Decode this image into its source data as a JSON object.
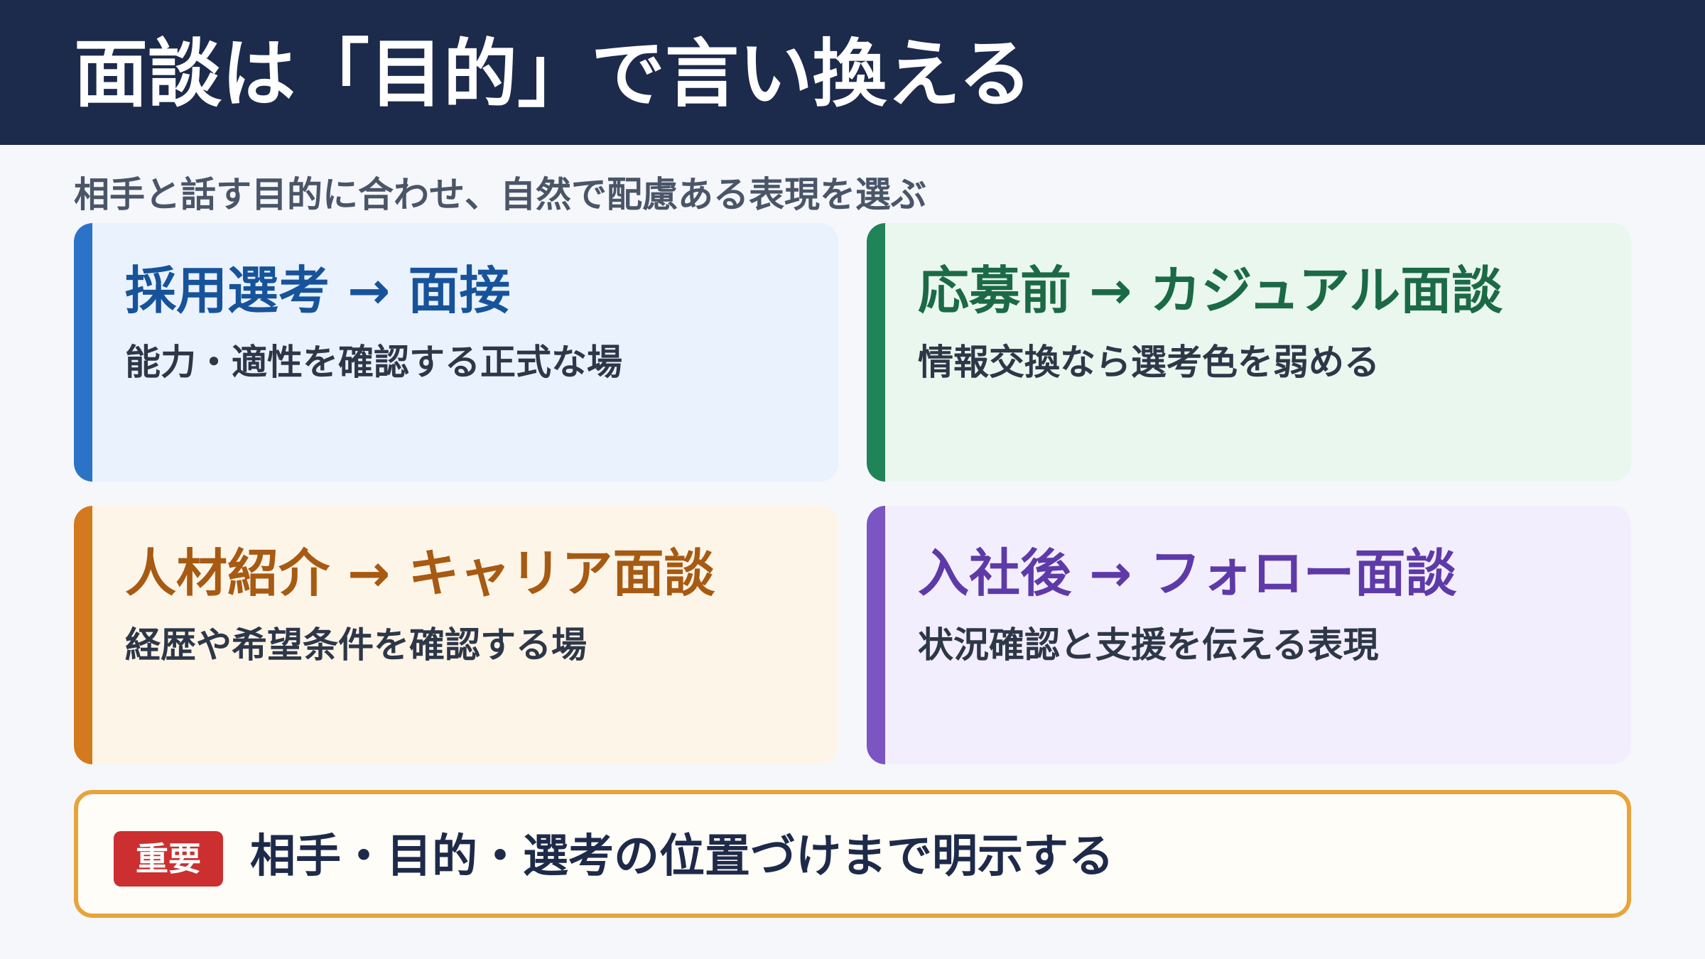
{
  "header": {
    "title": "面談は「目的」で言い換える"
  },
  "subtitle": "相手と話す目的に合わせ、自然で配慮ある表現を選ぶ",
  "cards": [
    {
      "title": "採用選考 → 面接",
      "description": "能力・適性を確認する正式な場",
      "accent_color": "#2b73c7"
    },
    {
      "title": "応募前 → カジュアル面談",
      "description": "情報交換なら選考色を弱める",
      "accent_color": "#218358"
    },
    {
      "title": "人材紹介 → キャリア面談",
      "description": "経歴や希望条件を確認する場",
      "accent_color": "#d3791e"
    },
    {
      "title": "入社後 → フォロー面談",
      "description": "状況確認と支援を伝える表現",
      "accent_color": "#7b55c1"
    }
  ],
  "important": {
    "badge": "重要",
    "text": "相手・目的・選考の位置づけまで明示する",
    "border_color": "#e8a33a",
    "badge_color": "#cc2f2f"
  }
}
